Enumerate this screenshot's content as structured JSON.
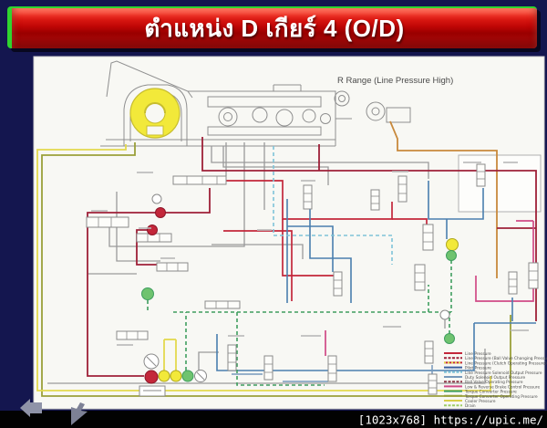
{
  "page": {
    "background_color": "#14164f",
    "footer_bar_color": "#000000"
  },
  "title_bar": {
    "text": "ตำแหน่ง D เกียร์ 4 (O/D)",
    "background_color": "#c00606",
    "accent_color": "#2fd42f",
    "text_color": "#ffffff"
  },
  "diagram": {
    "range_label": "R Range (Line Pressure High)",
    "highlighted_component": "torque-converter",
    "highlight_color": "#f2e93a",
    "legend": {
      "entries": [
        {
          "label": "Line Pressure",
          "color": "#c3273a"
        },
        {
          "label": "Line Pressure (Ball Valve Changing Pressure)",
          "color": "#9e2038"
        },
        {
          "label": "Line Pressure (Clutch Operating Pressure)",
          "color": "#c3273a"
        },
        {
          "label": "Pilot Pressure",
          "color": "#3a5f9e"
        },
        {
          "label": "Line Pressure Solenoid Output Pressure",
          "color": "#7fc3d8"
        },
        {
          "label": "Duty Solenoid Output Pressure",
          "color": "#7799bb"
        },
        {
          "label": "Ball Valve Operating Pressure",
          "color": "#8e3a4a"
        },
        {
          "label": "Low & Reverse Brake Control Pressure",
          "color": "#d04a86"
        },
        {
          "label": "Torque Converter Pressure",
          "color": "#3f9e5f"
        },
        {
          "label": "Torque Converter Operating Pressure",
          "color": "#9aa03a"
        },
        {
          "label": "Cooler Pressure",
          "color": "#d8cf4a"
        },
        {
          "label": "Drain",
          "color": "#9ccc66"
        }
      ]
    }
  },
  "footer": {
    "text": "[1023x768] https://upic.me/"
  }
}
